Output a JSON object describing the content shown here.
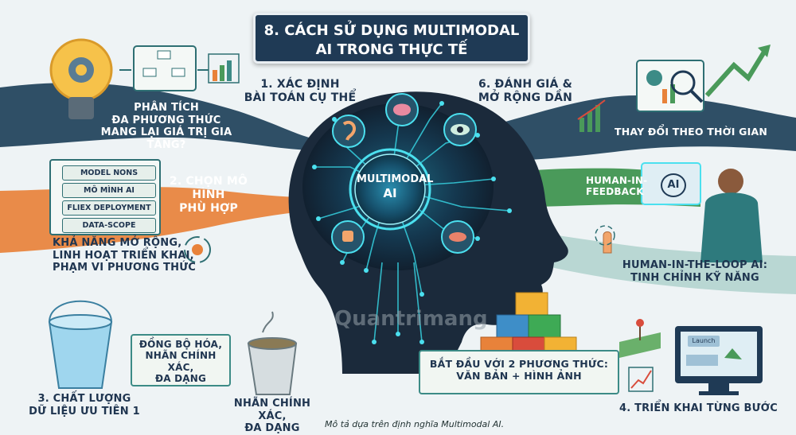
{
  "title": {
    "line1": "8. CÁCH SỬ DỤNG MULTIMODAL",
    "line2": "AI TRONG THỰC TẾ"
  },
  "center": {
    "line1": "MULTIMODAL",
    "line2": "AI"
  },
  "steps": {
    "s1": {
      "line1": "1. XÁC ĐỊNH",
      "line2": "BÀI TOÁN CỤ THỂ"
    },
    "s1_question": {
      "line1": "PHÂN TÍCH",
      "line2": "ĐA PHƯƠNG THỨC",
      "line3": "MANG LẠI GIÁ TRỊ GIA TĂNG?"
    },
    "s2": {
      "line1": "2. CHỌN MÔ HÌNH",
      "line2": "PHÙ HỢP"
    },
    "s2_list": [
      "MODEL NONS",
      "MÔ MÌNH AI",
      "FLIEX DEPLOYMENT",
      "DATA-SCOPE"
    ],
    "s2_notes": {
      "line1": "KHẢ NĂNG MỞ RỘNG,",
      "line2": "LINH HOẠT TRIỂN KHAI,",
      "line3": "PHẠM VI PHƯƠNG THỨC"
    },
    "s3": {
      "line1": "3. CHẤT LƯỢNG",
      "line2": "DỮ LIỆU ƯU TIÊN 1"
    },
    "s3_box": {
      "line1": "ĐỒNG BỘ HÓA,",
      "line2": "NHÃN CHÍNH XÁC,",
      "line3": "ĐA DẠNG"
    },
    "s3_bucket": {
      "line1": "NHÃN CHÍNH XÁC,",
      "line2": "ĐA DẠNG"
    },
    "s4": "4. TRIỂN KHAI TỪNG BƯỚC",
    "s4_box": {
      "line1": "BẮT ĐẦU VỚI 2 PHƯƠNG THỨC:",
      "line2": "VĂN BẢN + HÌNH ẢNH"
    },
    "s4_button": "Launch",
    "s5_hitl": {
      "line1": "HUMAN-IN-THE-LOOP AI:",
      "line2": "TINH CHỈNH KỸ NĂNG"
    },
    "s5_feedback": {
      "line1": "HUMAN-IN-",
      "line2": "FEEDBACK"
    },
    "s5_ai": "AI",
    "s6": {
      "line1": "6. ĐÁNH GIÁ &",
      "line2": "MỞ RỘNG DẦN"
    },
    "s6_note": "THAY ĐỔI THEO THỜI GIAN"
  },
  "caption": "Mô tả dựa trên định nghĩa Multimodal AI.",
  "watermark": "Quantrimang",
  "colors": {
    "navy": "#1f3a55",
    "teal": "#3c8b86",
    "orange": "#e8823a",
    "green": "#4a9a5a",
    "slate": "#2f4f66",
    "head": "#1b2a3b",
    "glow": "#36d1e0"
  }
}
